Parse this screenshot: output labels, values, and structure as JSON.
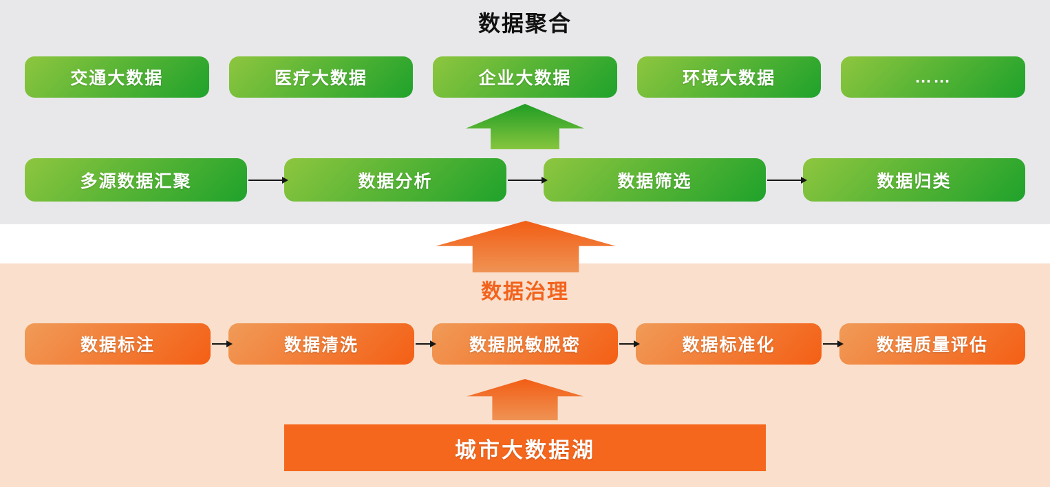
{
  "top_section": {
    "title": "数据聚合",
    "sources": [
      "交通大数据",
      "医疗大数据",
      "企业大数据",
      "环境大数据",
      "……"
    ],
    "pipeline": [
      "多源数据汇聚",
      "数据分析",
      "数据筛选",
      "数据归类"
    ]
  },
  "bottom_section": {
    "title": "数据治理",
    "pipeline": [
      "数据标注",
      "数据清洗",
      "数据脱敏脱密",
      "数据标准化",
      "数据质量评估"
    ],
    "base": "城市大数据湖"
  },
  "colors": {
    "bg_gray": "#e8e8ea",
    "bg_peach": "#fadfcc",
    "green_light": "#8ec63f",
    "green_dark": "#1fa22b",
    "orange_light": "#f09b58",
    "orange_dark": "#f45f15",
    "title_orange": "#f2631d",
    "base_orange": "#f5671d",
    "arrow_black": "#161616"
  }
}
